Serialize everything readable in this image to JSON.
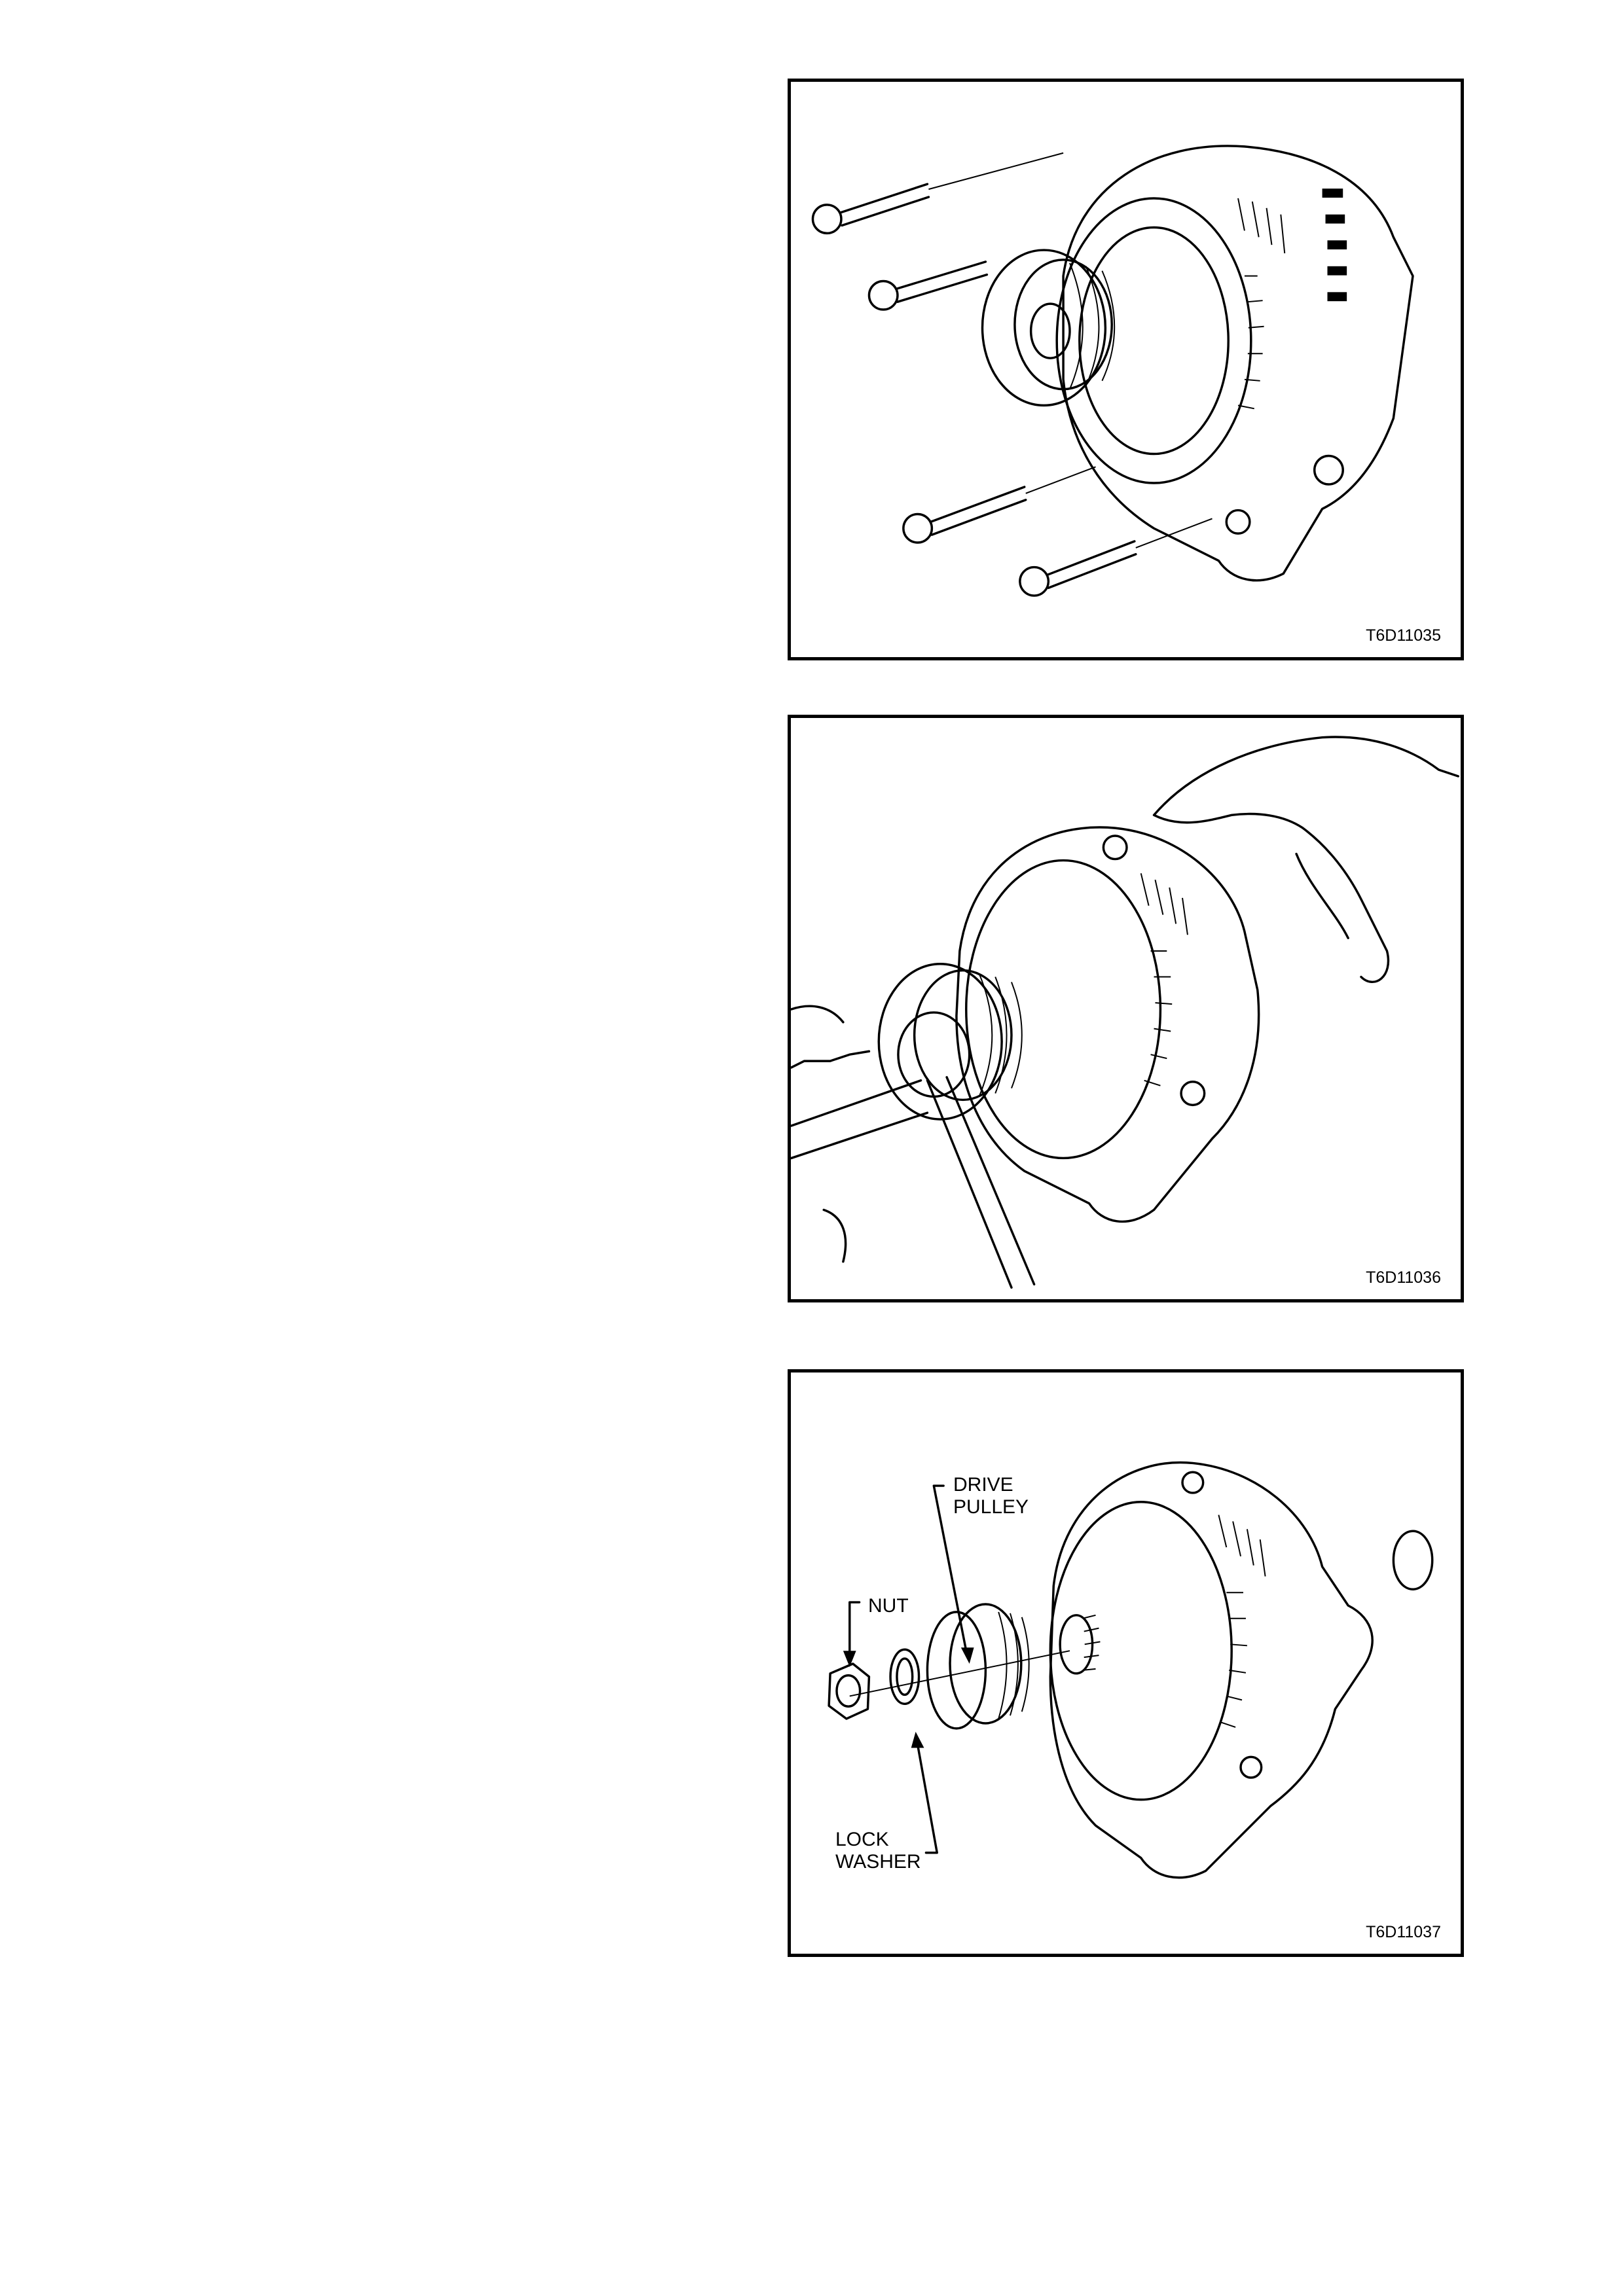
{
  "figures": [
    {
      "code": "T6D11035"
    },
    {
      "code": "T6D11036"
    },
    {
      "code": "T6D11037",
      "labels": {
        "drive_pulley": "DRIVE\nPULLEY",
        "nut": "NUT",
        "lock_washer": "LOCK\nWASHER"
      }
    }
  ]
}
